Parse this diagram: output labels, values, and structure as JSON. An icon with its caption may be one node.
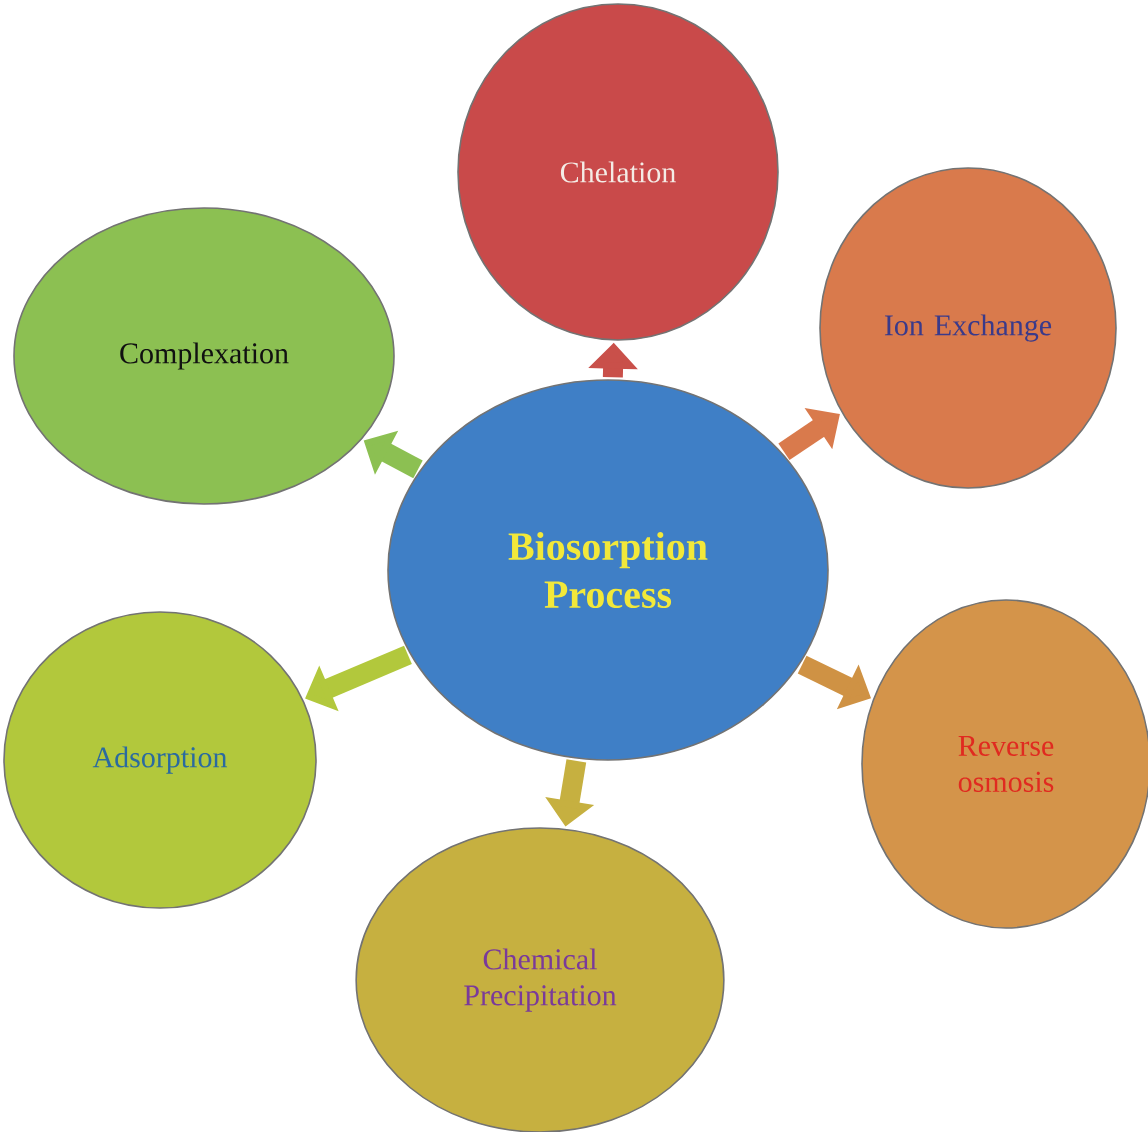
{
  "diagram": {
    "nodes": [
      {
        "text": [
          "Biosorption Process"
        ]
      },
      {
        "text": [
          "Chelation"
        ]
      },
      {
        "text": [
          "Ion Exchange"
        ]
      },
      {
        "text": [
          "Complexation"
        ]
      },
      {
        "text": [
          "Adsorption"
        ]
      },
      {
        "text": [
          "Reverse osmosis"
        ]
      },
      {
        "text": [
          "Chemical Precipitation"
        ]
      }
    ],
    "edges": [
      {
        "from": 0,
        "to": 1,
        "arrow": "to",
        "color": "#c9504a"
      },
      {
        "from": 0,
        "to": 2,
        "arrow": "to",
        "color": "#d97a4c"
      },
      {
        "from": 0,
        "to": 3,
        "arrow": "to",
        "color": "#8cc052"
      },
      {
        "from": 0,
        "to": 4,
        "arrow": "to",
        "color": "#b2c83c"
      },
      {
        "from": 0,
        "to": 5,
        "arrow": "to",
        "color": "#cf9244"
      },
      {
        "from": 0,
        "to": 6,
        "arrow": "to",
        "color": "#c6b040"
      }
    ]
  }
}
